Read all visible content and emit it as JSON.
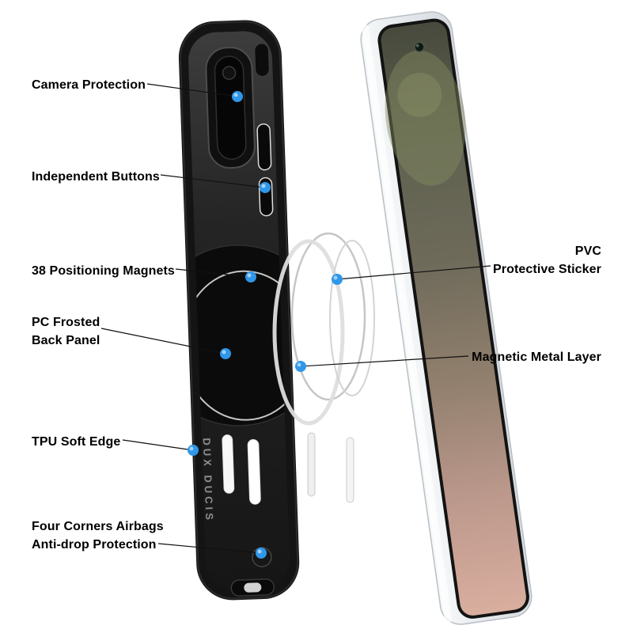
{
  "meta": {
    "background_color": "#ffffff",
    "accent_color": "#2f97e9",
    "case_color": "#141414",
    "phone_frame_color": "#e9edf0"
  },
  "callouts": {
    "left": [
      {
        "id": "camera-protection",
        "label": "Camera Protection"
      },
      {
        "id": "independent-buttons",
        "label": "Independent Buttons"
      },
      {
        "id": "positioning-magnets",
        "label": "38 Positioning Magnets"
      },
      {
        "id": "pc-frosted-back-panel",
        "label": "PC Frosted\nBack Panel"
      },
      {
        "id": "tpu-soft-edge",
        "label": "TPU Soft Edge"
      },
      {
        "id": "four-corners-airbags",
        "label": "Four Corners Airbags\nAnti-drop Protection"
      }
    ],
    "right": [
      {
        "id": "pvc-protective-sticker",
        "label": "PVC\nProtective Sticker"
      },
      {
        "id": "magnetic-metal-layer",
        "label": "Magnetic Metal Layer"
      }
    ]
  },
  "brand": {
    "case_back_text": "DUX DUCIS"
  }
}
